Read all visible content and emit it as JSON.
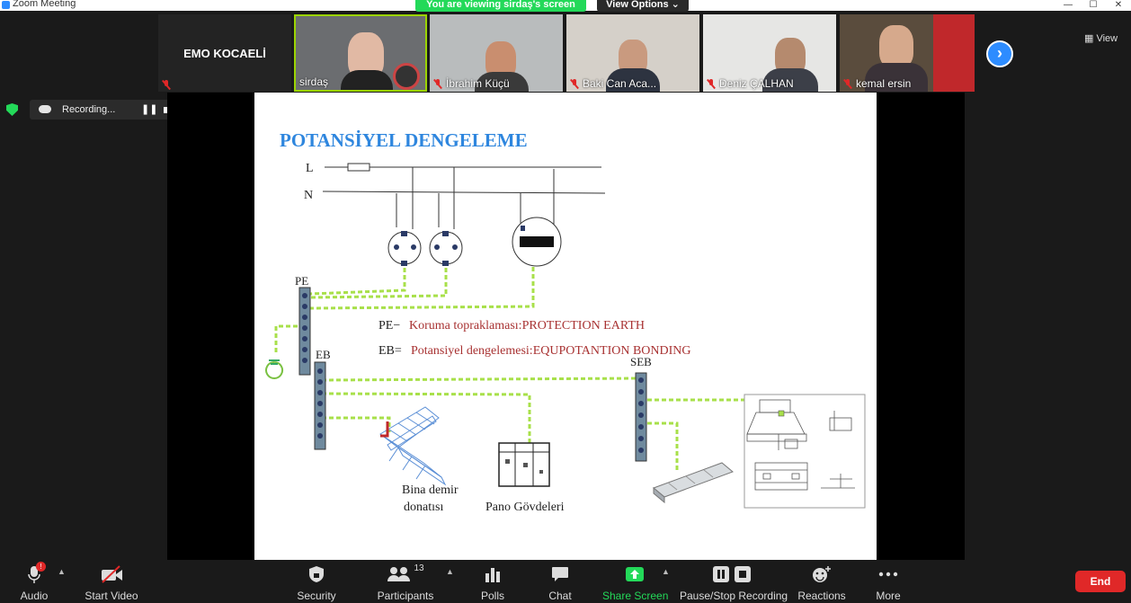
{
  "window": {
    "title": "Zoom Meeting",
    "minimize": "—",
    "maximize": "☐",
    "close": "✕"
  },
  "banner": {
    "viewing": "You are viewing sirdaş's screen",
    "view_options": "View Options ⌄"
  },
  "gallery": {
    "host_card": "EMO KOCAELİ",
    "participants": [
      {
        "name": "sirdaş"
      },
      {
        "name": "İbrahim Küçü"
      },
      {
        "name": "Baki Can Aca..."
      },
      {
        "name": "Deniz ÇALHAN"
      },
      {
        "name": "kemal ersin"
      }
    ],
    "next_arrow": "›",
    "view_label": "View"
  },
  "recording": {
    "label": "Recording...",
    "pause": "❚❚"
  },
  "slide": {
    "title": "POTANSİYEL DENGELEME",
    "label_L": "L",
    "label_N": "N",
    "label_PE": "PE",
    "label_EB": "EB",
    "label_SEB": "SEB",
    "def_pe_key": "PE−",
    "def_pe_val": "Koruma topraklaması:PROTECTION EARTH",
    "def_eb_key": "EB=",
    "def_eb_val": "Potansiyel dengelemesi:EQUPOTANTION BONDING",
    "rebar_l1": "Bina demir",
    "rebar_l2": "donatısı",
    "panel_label": "Pano Gövdeleri"
  },
  "toolbar": {
    "audio": "Audio",
    "video": "Start Video",
    "security": "Security",
    "participants": "Participants",
    "participants_count": "13",
    "polls": "Polls",
    "chat": "Chat",
    "share": "Share Screen",
    "recording": "Pause/Stop Recording",
    "reactions": "Reactions",
    "more": "More",
    "end": "End",
    "audio_badge": "!"
  },
  "colors": {
    "accent": "#2d8cff",
    "share_green": "#23d959",
    "end_red": "#e02828",
    "slide_title": "#2e86de",
    "wire_green": "#a8e04a",
    "def_text": "#a83232"
  }
}
